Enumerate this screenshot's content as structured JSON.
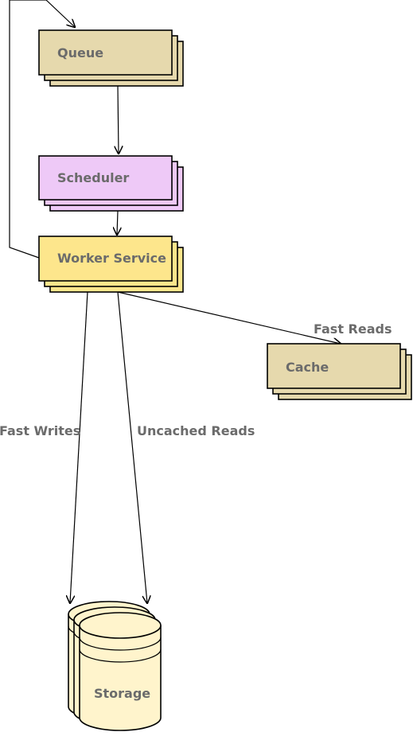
{
  "colors": {
    "queue": "#e6d9ad",
    "scheduler": "#eec9f7",
    "worker": "#fde68c",
    "cache": "#e6d9ad",
    "storage": "#fff4cc"
  },
  "nodes": {
    "queue": "Queue",
    "scheduler": "Scheduler",
    "worker": "Worker Service",
    "cache": "Cache",
    "storage": "Storage"
  },
  "edges": {
    "fast_reads": "Fast Reads",
    "fast_writes": "Fast Writes",
    "uncached_reads": "Uncached Reads"
  }
}
